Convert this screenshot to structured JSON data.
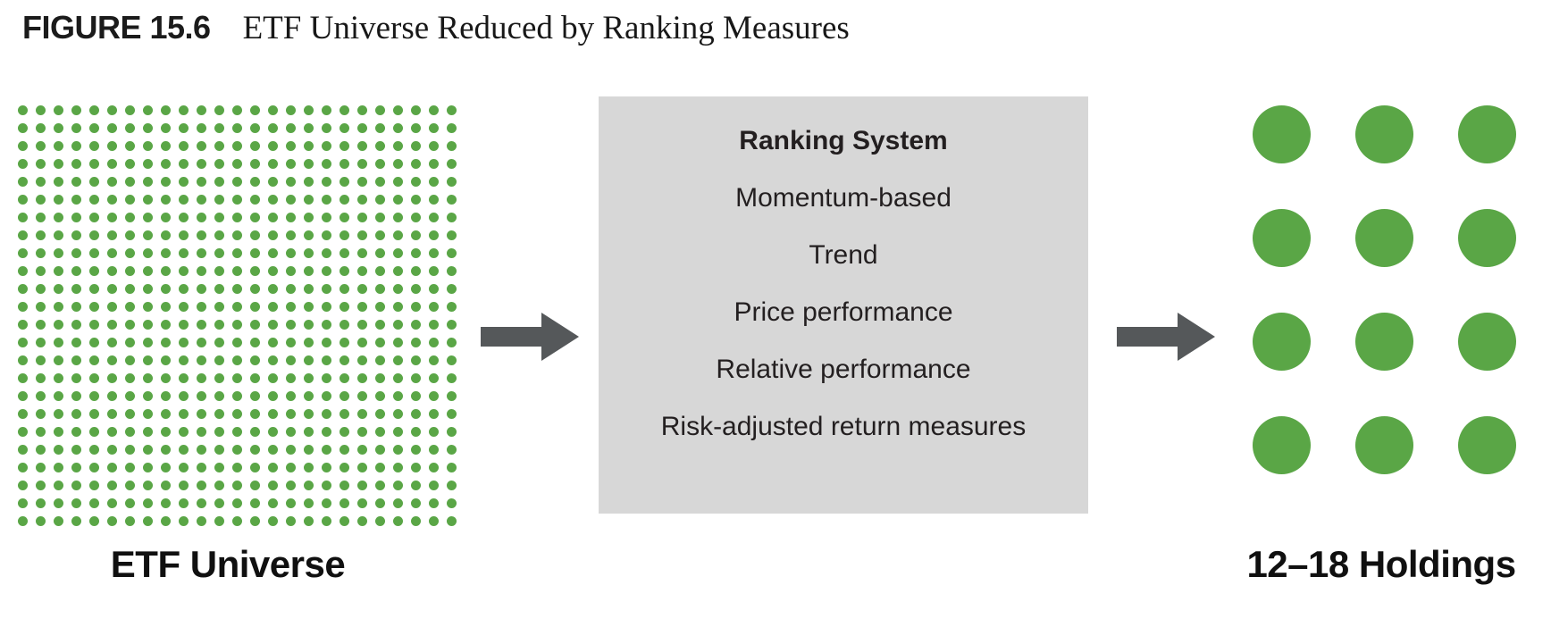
{
  "figure_header": {
    "label": "FIGURE 15.6",
    "title": "ETF Universe Reduced by Ranking Measures"
  },
  "etf_universe": {
    "caption": "ETF Universe",
    "grid": {
      "rows": 24,
      "cols": 25,
      "dot_count": 600
    }
  },
  "ranking_box": {
    "title": "Ranking System",
    "items": [
      "Momentum-based",
      "Trend",
      "Price performance",
      "Relative performance",
      "Risk-adjusted return measures"
    ]
  },
  "holdings": {
    "caption": "12–18 Holdings",
    "grid": {
      "rows": 4,
      "cols": 3,
      "dot_count": 12
    }
  },
  "arrows": {
    "count": 2,
    "direction": "right"
  },
  "colors": {
    "dot_green": "#5AA646",
    "box_gray": "#D7D7D7",
    "arrow_gray": "#55585A",
    "text_dark": "#231F20"
  }
}
